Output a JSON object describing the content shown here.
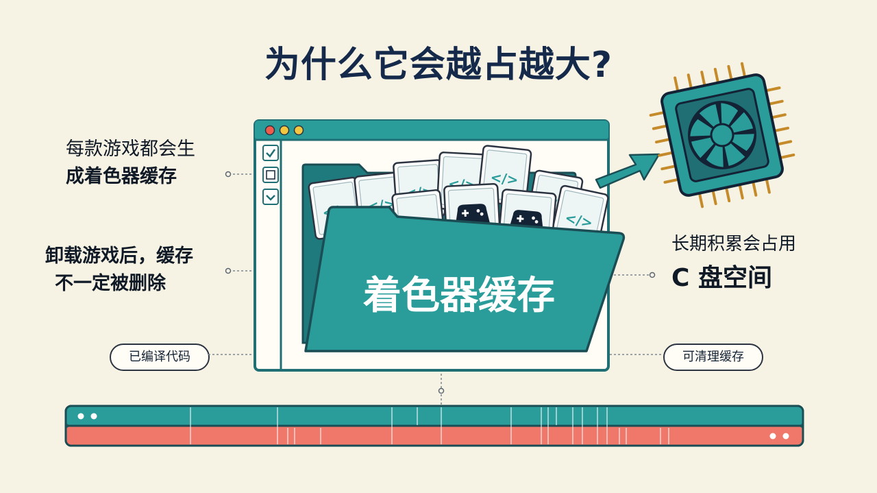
{
  "title": "为什么它会越占越大?",
  "notes": {
    "top_left": {
      "line1": "每款游戏都会生",
      "line2": "成着色器缓存"
    },
    "mid_left": {
      "line1": "卸载游戏后，缓存",
      "line2": "不一定被删除"
    },
    "right": {
      "line1": "长期积累会占用",
      "line2": "C 盘空间"
    }
  },
  "pills": {
    "left": "已编译代码",
    "right": "可清理缓存"
  },
  "folder_label": "着色器缓存",
  "colors": {
    "teal": "#2a9d9b",
    "teal_dark": "#1f6f74",
    "coral": "#f0786a",
    "background": "#f7f3e4",
    "ink": "#15294a"
  },
  "icons": {
    "cpu": "cpu-chip-icon",
    "shader_file": "code-file-icon",
    "game_file": "gamepad-icon"
  }
}
